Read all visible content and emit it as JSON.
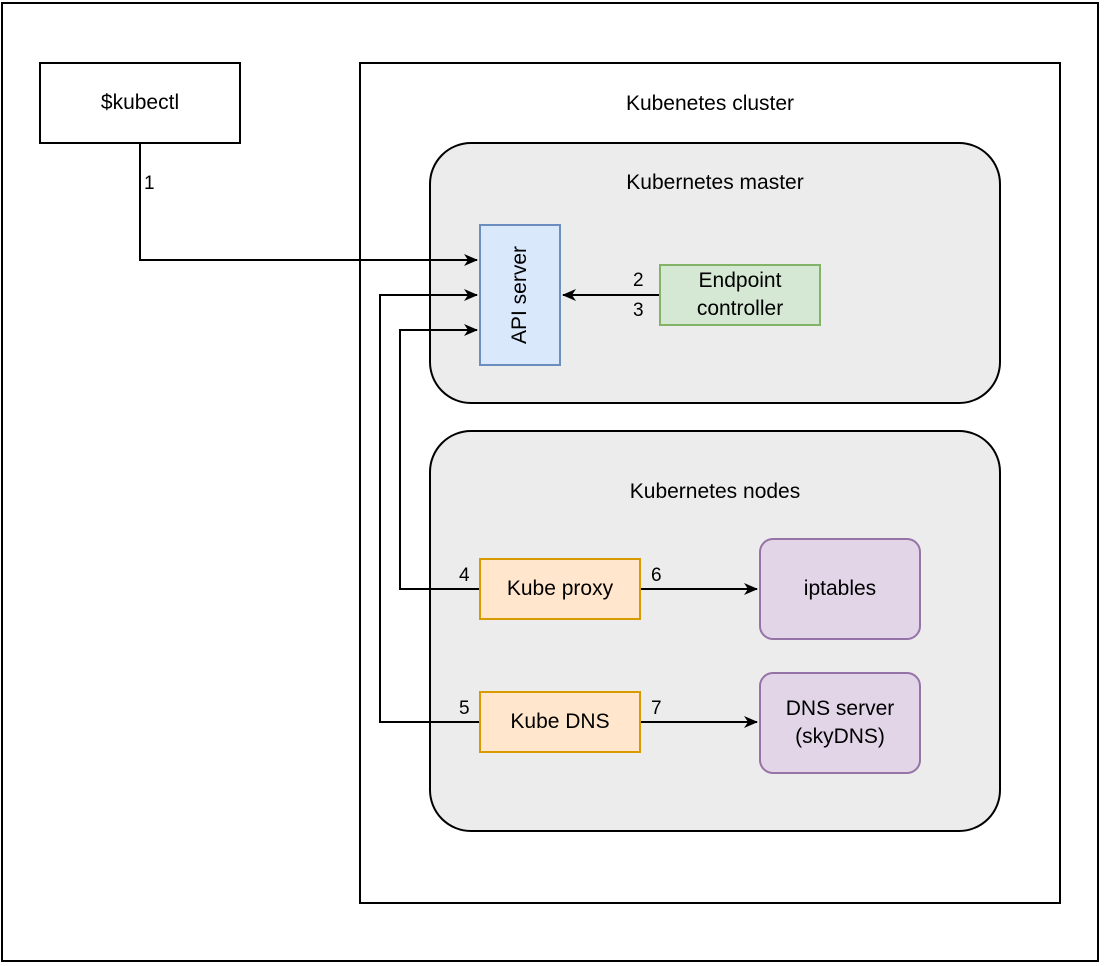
{
  "nodes": {
    "kubectl": "$kubectl",
    "cluster": "Kubenetes cluster",
    "master": "Kubernetes master",
    "api_server": "API server",
    "endpoint_controller": [
      "Endpoint",
      "controller"
    ],
    "nodes_group": "Kubernetes nodes",
    "kube_proxy": "Kube proxy",
    "kube_dns": "Kube DNS",
    "iptables": "iptables",
    "dns_server": [
      "DNS server",
      "(skyDNS)"
    ]
  },
  "steps": {
    "s1": "1",
    "s2": "2",
    "s3": "3",
    "s4": "4",
    "s5": "5",
    "s6": "6",
    "s7": "7"
  },
  "colors": {
    "api_fill": "#dae8fc",
    "api_stroke": "#6c8ebf",
    "endpoint_fill": "#d5e8d4",
    "endpoint_stroke": "#82b366",
    "kube_fill": "#ffe6cc",
    "kube_stroke": "#d79b00",
    "target_fill": "#e1d5e7",
    "target_stroke": "#9673a6",
    "group_fill": "#ececec"
  },
  "edges": [
    {
      "from": "kubectl",
      "to": "api_server",
      "label": "1"
    },
    {
      "from": "endpoint_controller",
      "to": "api_server",
      "label": "2 / 3"
    },
    {
      "from": "kube_proxy",
      "to": "api_server",
      "label": "4"
    },
    {
      "from": "kube_dns",
      "to": "api_server",
      "label": "5"
    },
    {
      "from": "kube_proxy",
      "to": "iptables",
      "label": "6"
    },
    {
      "from": "kube_dns",
      "to": "dns_server",
      "label": "7"
    }
  ]
}
